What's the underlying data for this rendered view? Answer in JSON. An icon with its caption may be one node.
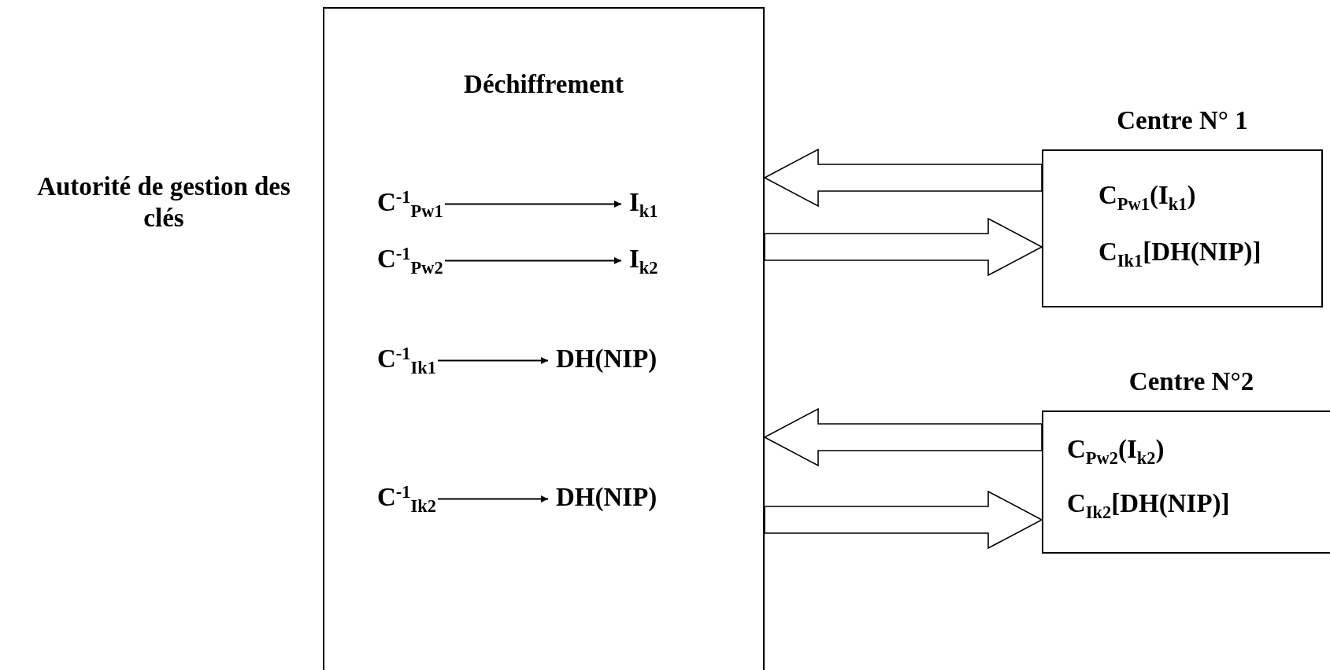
{
  "diagram": {
    "nodes": [
      {
        "text": [
          "Déchiffrement"
        ],
        "beside": [
          "Autorité de gestion des clés"
        ]
      },
      {
        "text": [
          "C$^{-1}$$_{Pw1}$"
        ],
        "in": 0
      },
      {
        "text": [
          "I$_{k1}$"
        ],
        "in": 0
      },
      {
        "text": [
          "C$^{-1}$$_{Pw2}$"
        ],
        "in": 0
      },
      {
        "text": [
          "I$_{k2}$"
        ],
        "in": 0
      },
      {
        "text": [
          "C$^{-1}$$_{Ik1}$"
        ],
        "in": 0
      },
      {
        "text": [
          "DH(NIP)"
        ],
        "in": 0
      },
      {
        "text": [
          "C$^{-1}$$_{Ik2}$"
        ],
        "in": 0
      },
      {
        "text": [
          "DH(NIP)"
        ],
        "in": 0
      },
      {
        "text": [
          "Centre N° 1",
          "C$_{Pw1}$(I$_{k1}$)",
          "C$_{Ik1}$[DH(NIP)]"
        ]
      },
      {
        "text": [
          "Centre N°2",
          "C$_{Pw2}$(I$_{k2}$)",
          "C$_{Ik2}$[DH(NIP)]"
        ]
      }
    ],
    "edges": [
      {
        "from": 1,
        "to": 2,
        "arrow": "to"
      },
      {
        "from": 3,
        "to": 4,
        "arrow": "to"
      },
      {
        "from": 5,
        "to": 6,
        "arrow": "to"
      },
      {
        "from": 7,
        "to": 8,
        "arrow": "to"
      },
      {
        "from": 9,
        "to": 0,
        "arrow": "to",
        "style": "thick"
      },
      {
        "from": 0,
        "to": 9,
        "arrow": "to",
        "style": "thick"
      },
      {
        "from": 10,
        "to": 0,
        "arrow": "to",
        "style": "thick"
      },
      {
        "from": 0,
        "to": 10,
        "arrow": "to",
        "style": "thick"
      }
    ]
  }
}
